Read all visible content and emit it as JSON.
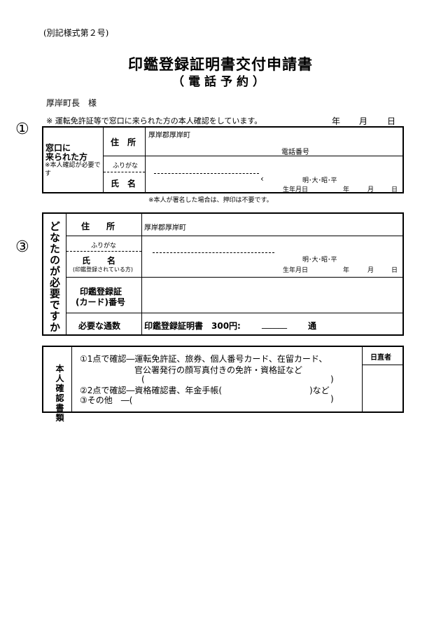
{
  "header": {
    "form_label": "(別記様式第２号)",
    "title": "印鑑登録証明書交付申請書",
    "subtitle": "（電話予約）",
    "addressee": "厚岸町長　様",
    "notice": "※ 運転免許証等で窓口に来られた方の本人確認をしています。",
    "date_year": "年",
    "date_month": "月",
    "date_day": "日"
  },
  "section1": {
    "marker": "①",
    "title_line1": "窓口に",
    "title_line2": "来られた方",
    "note": "※本人確認が必要です",
    "address_label": "住　所",
    "address_value": "厚岸郡厚岸町",
    "phone_label": "電話番号",
    "furigana_label": "ふりがな",
    "name_label": "氏　名",
    "era_options": "明･大･昭･平",
    "birth_label": "生年月日",
    "year": "年",
    "month": "月",
    "day": "日",
    "arrow": "‹",
    "footnote": "※本人が署名した場合は、押印は不要です。"
  },
  "section3": {
    "marker": "③",
    "vertical_title": "どなたのが必要ですか",
    "address_label": "住　　所",
    "address_value": "厚岸郡厚岸町",
    "furigana_label": "ふりがな",
    "name_label": "氏　　名",
    "name_note": "(印鑑登録されている方)",
    "era_options": "明･大･昭･平",
    "birth_label": "生年月日",
    "year": "年",
    "month": "月",
    "day": "日",
    "card_label_line1": "印鑑登録証",
    "card_label_line2": "(カード)番号",
    "count_label": "必要な通数",
    "count_value_prefix": "印鑑登録証明書　300円:",
    "count_blank": "______",
    "count_unit": "通"
  },
  "section4": {
    "label_chars": "本人確認書類",
    "line1": "①1点で確認―運転免許証、旅券、個人番号カード、在留カード、",
    "line2": "官公署発行の顔写真付きの免許・資格証など",
    "line3_open": "(",
    "line3_close": ")",
    "line4": "②2点で確認―資格確認書、年金手帳(",
    "line4_close": ")など",
    "line5": "③その他　―(",
    "line5_close": ")",
    "staff_label": "日直者"
  }
}
